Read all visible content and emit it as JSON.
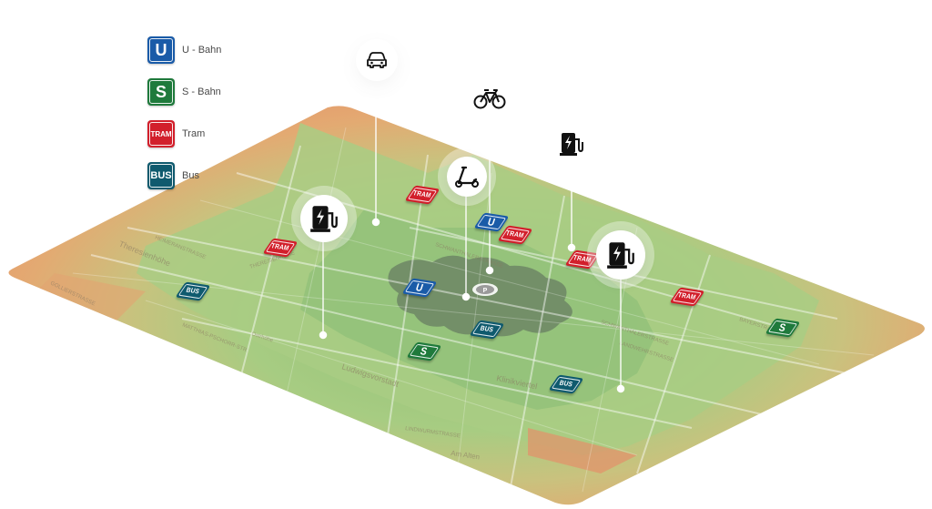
{
  "legend": {
    "items": [
      {
        "badge": "U",
        "label": "U - Bahn",
        "color": "#1a5ba8",
        "icon": "u-bahn-icon"
      },
      {
        "badge": "S",
        "label": "S - Bahn",
        "color": "#1f7a3c",
        "icon": "s-bahn-icon"
      },
      {
        "badge": "TRAM",
        "label": "Tram",
        "color": "#d21f2b",
        "icon": "tram-icon"
      },
      {
        "badge": "BUS",
        "label": "Bus",
        "color": "#0f5a6e",
        "icon": "bus-icon"
      }
    ]
  },
  "map": {
    "street_labels": [
      "SCHWANTHALERSTRASSE",
      "SCHWANTHALERSTRASSE",
      "LANDWEHRSTRASSE",
      "LINDWURMSTRASSE",
      "Ludwigsvorstadt",
      "Klinikviertel",
      "Theresienhöhe",
      "HEIMERANSTRASSE",
      "GOLLIERSTRASSE",
      "MATTHIAS-PSCHORR-STR",
      "THERESIENHÖHE",
      "BAYERSTRASSE",
      "Am Alten",
      "Ostrhöhe"
    ],
    "mobility_icons": [
      "car-icon",
      "bicycle-icon",
      "ev-charger-icon",
      "e-scooter-icon",
      "ev-charger-icon",
      "ev-charger-icon",
      "parking-icon"
    ],
    "colors": {
      "outer": "#e8a070",
      "mid": "#d6b77e",
      "inner": "#a8cc84",
      "center": "#8fbf78",
      "core": "#6f8a66"
    }
  }
}
